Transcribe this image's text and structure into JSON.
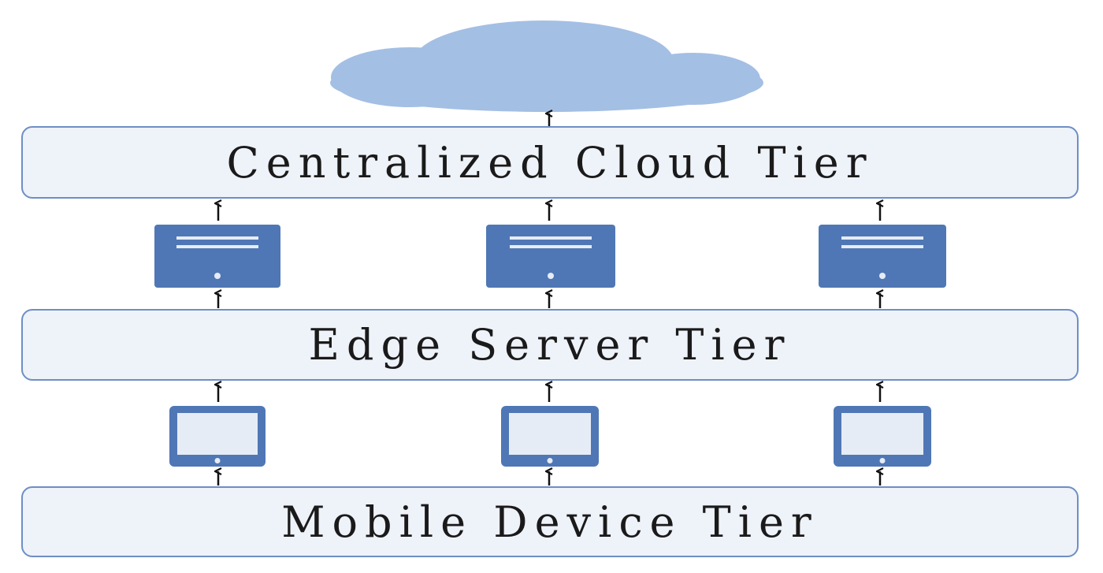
{
  "tiers": {
    "cloud": {
      "label": "Centralized Cloud Tier"
    },
    "edge": {
      "label": "Edge Server Tier"
    },
    "mobile": {
      "label": "Mobile Device Tier"
    }
  },
  "nodes": {
    "edge_servers": [
      "server-icon",
      "server-icon",
      "server-icon"
    ],
    "mobile_devices": [
      "tablet-icon",
      "tablet-icon",
      "tablet-icon"
    ],
    "cloud": "cloud-icon"
  },
  "colors": {
    "cloud_fill": "#a4bfe4",
    "icon_fill": "#4f77b5",
    "icon_light": "#e6ecf5",
    "box_fill": "#eef2f9",
    "box_border": "#6e8fc4",
    "arrow": "#111111"
  }
}
